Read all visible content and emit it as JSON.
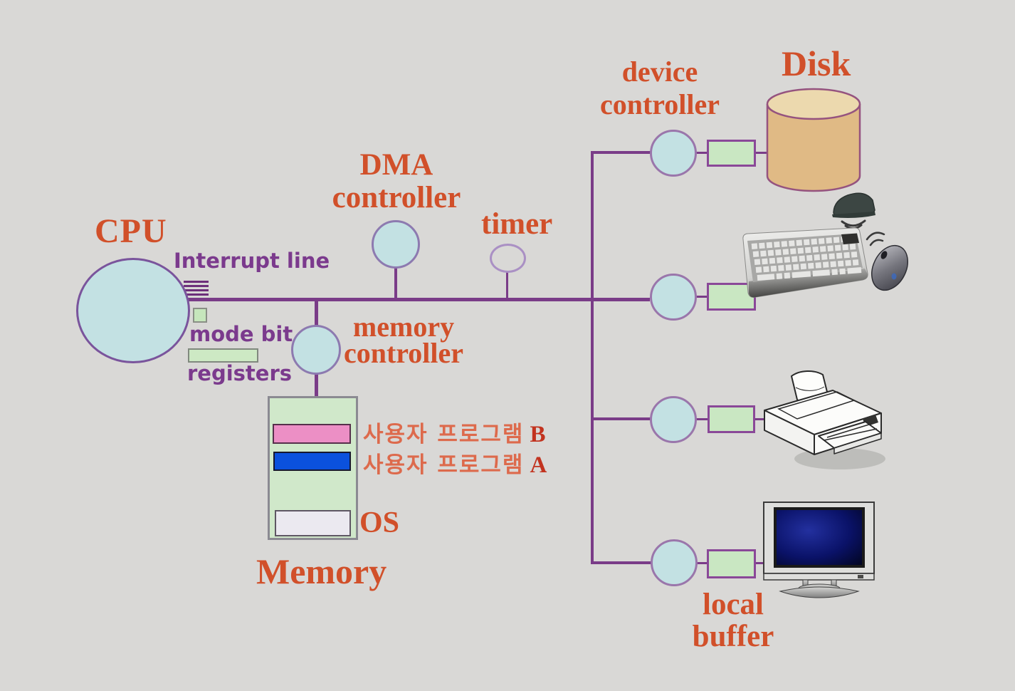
{
  "colors": {
    "background": "#d9d8d6",
    "accent_orange": "#d1502a",
    "label_purple": "#7b3a8d",
    "bus_purple": "#7a3c88",
    "controller_fill": "#c3e1e3",
    "buffer_green": "#c9e7c2",
    "memory_green": "#d0e8ca",
    "program_b_pink": "#ec8fc5",
    "program_a_blue": "#0b51dd",
    "os_bar_white": "#ebe9f0",
    "disk_tan": "#e0ba85"
  },
  "labels": {
    "cpu": "CPU",
    "interrupt_line": "Interrupt line",
    "mode_bit": "mode bit",
    "registers": "registers",
    "dma_line1": "DMA",
    "dma_line2": "controller",
    "timer": "timer",
    "memory_controller_line1": "memory",
    "memory_controller_line2": "controller",
    "device_controller_line1": "device",
    "device_controller_line2": "controller",
    "disk": "Disk",
    "memory": "Memory",
    "os": "OS",
    "local_buffer_line1": "local",
    "local_buffer_line2": "buffer"
  },
  "memory_contents": {
    "program_b_text": "사용자 프로그램",
    "program_b_letter": "B",
    "program_a_text": "사용자 프로그램",
    "program_a_letter": "A"
  },
  "devices": [
    "disk",
    "keyboard-and-mouse",
    "printer",
    "monitor"
  ]
}
